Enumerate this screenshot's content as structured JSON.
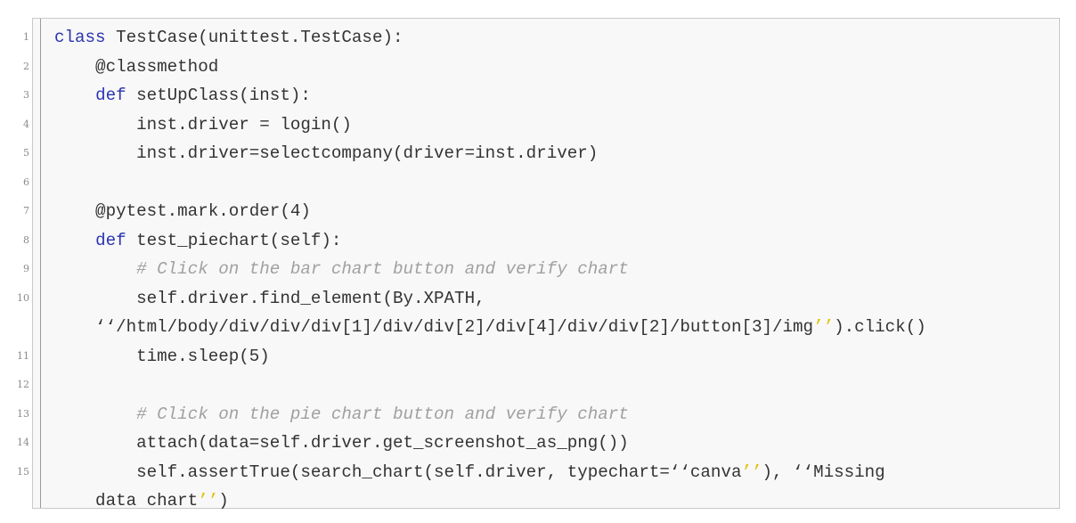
{
  "code_block": {
    "lines": [
      {
        "num": "1",
        "parts": [
          {
            "kind": "kw",
            "text": "class"
          },
          {
            "kind": "plain",
            "text": " TestCase(unittest.TestCase):"
          }
        ]
      },
      {
        "num": "2",
        "parts": [
          {
            "kind": "plain",
            "text": "    @classmethod"
          }
        ]
      },
      {
        "num": "3",
        "parts": [
          {
            "kind": "plain",
            "text": "    "
          },
          {
            "kind": "kw",
            "text": "def"
          },
          {
            "kind": "plain",
            "text": " setUpClass(inst):"
          }
        ]
      },
      {
        "num": "4",
        "parts": [
          {
            "kind": "plain",
            "text": "        inst.driver = login()"
          }
        ]
      },
      {
        "num": "5",
        "parts": [
          {
            "kind": "plain",
            "text": "        inst.driver=selectcompany(driver=inst.driver)"
          }
        ]
      },
      {
        "num": "6",
        "parts": [
          {
            "kind": "plain",
            "text": ""
          }
        ]
      },
      {
        "num": "7",
        "parts": [
          {
            "kind": "plain",
            "text": "    @pytest.mark.order(4)"
          }
        ]
      },
      {
        "num": "8",
        "parts": [
          {
            "kind": "plain",
            "text": "    "
          },
          {
            "kind": "kw",
            "text": "def"
          },
          {
            "kind": "plain",
            "text": " test_piechart(self):"
          }
        ]
      },
      {
        "num": "9",
        "parts": [
          {
            "kind": "plain",
            "text": "        "
          },
          {
            "kind": "cm",
            "text": "# Click on the bar chart button and verify chart"
          }
        ]
      },
      {
        "num": "10",
        "parts": [
          {
            "kind": "plain",
            "text": "        self.driver.find_element(By.XPATH,"
          }
        ]
      },
      {
        "num": "",
        "parts": [
          {
            "kind": "plain",
            "text": "    ‘‘/html/body/div/div/div[1]/div/div[2]/div[4]/div/div[2]/button[3]/img"
          },
          {
            "kind": "qt",
            "text": "’’"
          },
          {
            "kind": "plain",
            "text": ").click()"
          }
        ]
      },
      {
        "num": "11",
        "parts": [
          {
            "kind": "plain",
            "text": "        time.sleep(5)"
          }
        ]
      },
      {
        "num": "12",
        "parts": [
          {
            "kind": "plain",
            "text": ""
          }
        ]
      },
      {
        "num": "13",
        "parts": [
          {
            "kind": "plain",
            "text": "        "
          },
          {
            "kind": "cm",
            "text": "# Click on the pie chart button and verify chart"
          }
        ]
      },
      {
        "num": "14",
        "parts": [
          {
            "kind": "plain",
            "text": "        attach(data=self.driver.get_screenshot_as_png())"
          }
        ]
      },
      {
        "num": "15",
        "parts": [
          {
            "kind": "plain",
            "text": "        self.assertTrue(search_chart(self.driver, typechart=‘‘canva"
          },
          {
            "kind": "qt",
            "text": "’’"
          },
          {
            "kind": "plain",
            "text": "), ‘‘Missing"
          }
        ]
      },
      {
        "num": "",
        "parts": [
          {
            "kind": "plain",
            "text": "    data chart"
          },
          {
            "kind": "qt",
            "text": "’’"
          },
          {
            "kind": "plain",
            "text": ")"
          }
        ]
      }
    ]
  },
  "colors": {
    "keyword": "#2a35b0",
    "comment": "#a0a0a0",
    "quote": "#e0c000",
    "text": "#333333"
  }
}
